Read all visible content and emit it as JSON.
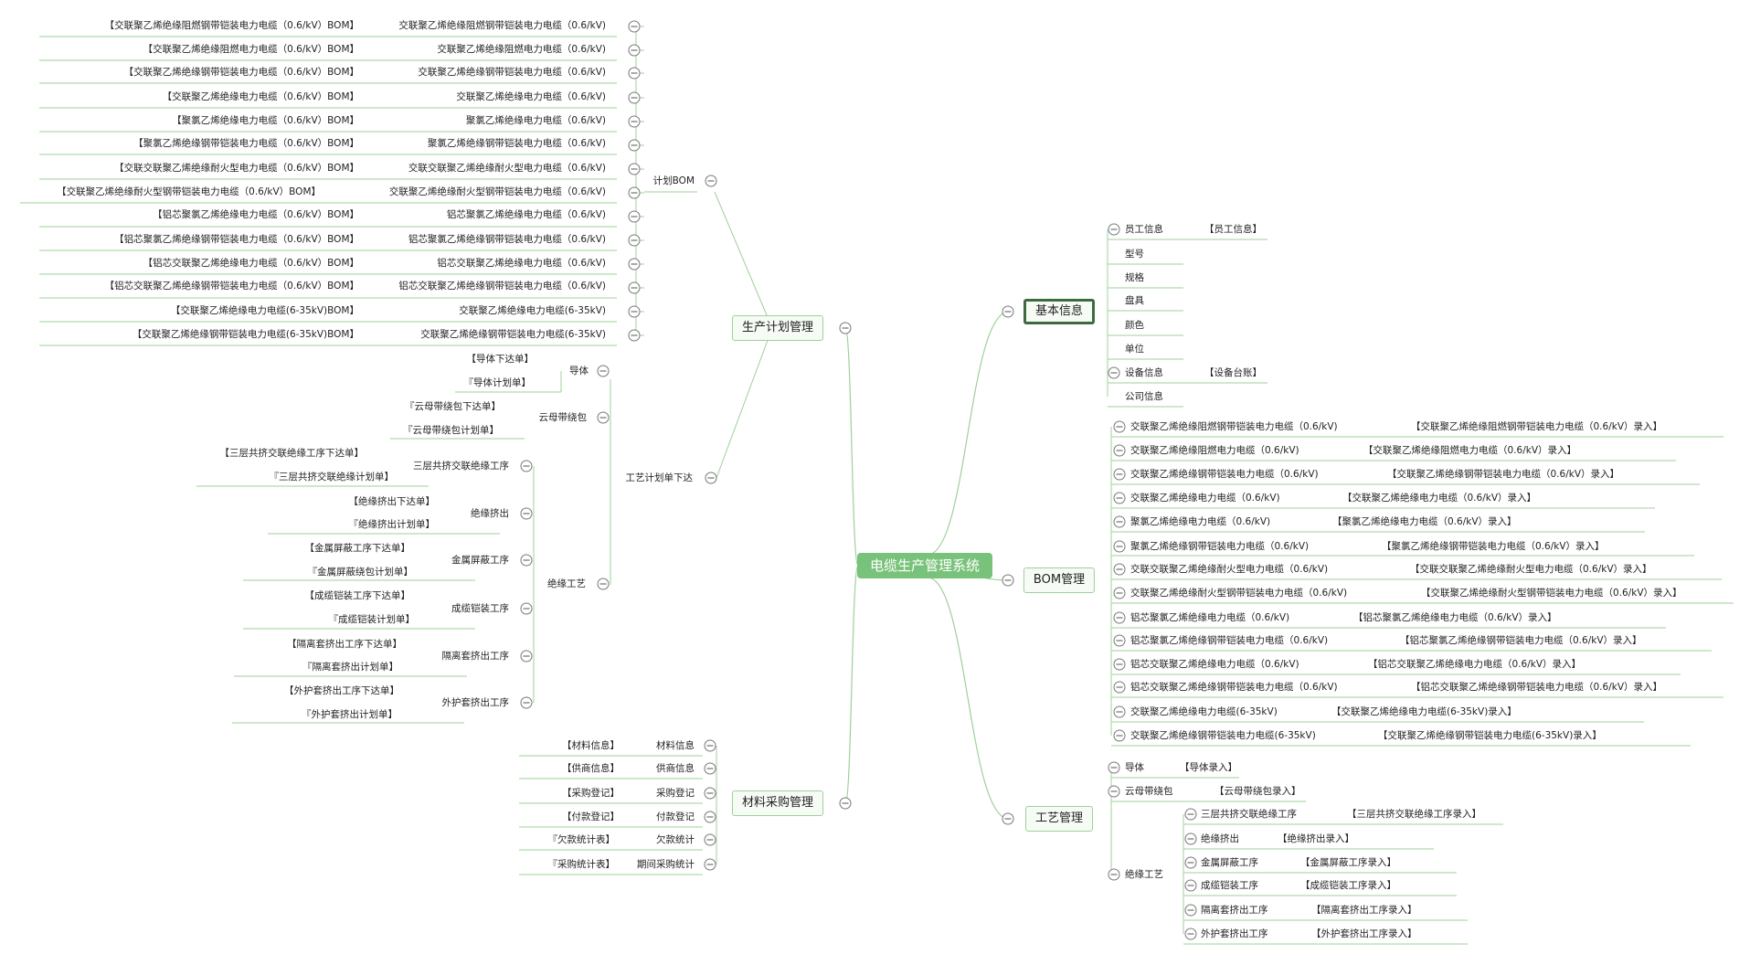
{
  "root": "电缆生产管理系统",
  "branches": {
    "plan": {
      "label": "生产计划管理",
      "bom_group": {
        "label": "计划BOM",
        "items": [
          {
            "name": "交联聚乙烯绝缘阻燃钢带铠装电力电缆（0.6/kV)",
            "doc": "【交联聚乙烯绝缘阻燃钢带铠装电力电缆（0.6/kV）BOM】"
          },
          {
            "name": "交联聚乙烯绝缘阻燃电力电缆（0.6/kV)",
            "doc": "【交联聚乙烯绝缘阻燃电力电缆（0.6/kV）BOM】"
          },
          {
            "name": "交联聚乙烯绝缘钢带铠装电力电缆（0.6/kV)",
            "doc": "【交联聚乙烯绝缘钢带铠装电力电缆（0.6/kV）BOM】"
          },
          {
            "name": "交联聚乙烯绝缘电力电缆（0.6/kV)",
            "doc": "【交联聚乙烯绝缘电力电缆（0.6/kV）BOM】"
          },
          {
            "name": "聚氯乙烯绝缘电力电缆（0.6/kV)",
            "doc": "【聚氯乙烯绝缘电力电缆（0.6/kV）BOM】"
          },
          {
            "name": "聚氯乙烯绝缘钢带铠装电力电缆（0.6/kV)",
            "doc": "【聚氯乙烯绝缘钢带铠装电力电缆（0.6/kV）BOM】"
          },
          {
            "name": "交联交联聚乙烯绝缘耐火型电力电缆（0.6/kV)",
            "doc": "【交联交联聚乙烯绝缘耐火型电力电缆（0.6/kV）BOM】"
          },
          {
            "name": "交联聚乙烯绝缘耐火型钢带铠装电力电缆（0.6/kV)",
            "doc": "【交联聚乙烯绝缘耐火型钢带铠装电力电缆（0.6/kV）BOM】"
          },
          {
            "name": "铝芯聚氯乙烯绝缘电力电缆（0.6/kV)",
            "doc": "【铝芯聚氯乙烯绝缘电力电缆（0.6/kV）BOM】"
          },
          {
            "name": "铝芯聚氯乙烯绝缘钢带铠装电力电缆（0.6/kV)",
            "doc": "【铝芯聚氯乙烯绝缘钢带铠装电力电缆（0.6/kV）BOM】"
          },
          {
            "name": "铝芯交联聚乙烯绝缘电力电缆（0.6/kV)",
            "doc": "【铝芯交联聚乙烯绝缘电力电缆（0.6/kV）BOM】"
          },
          {
            "name": "铝芯交联聚乙烯绝缘钢带铠装电力电缆（0.6/kV)",
            "doc": "【铝芯交联聚乙烯绝缘钢带铠装电力电缆（0.6/kV）BOM】"
          },
          {
            "name": "交联聚乙烯绝缘电力电缆(6-35kV)",
            "doc": "【交联聚乙烯绝缘电力电缆(6-35kV)BOM】"
          },
          {
            "name": "交联聚乙烯绝缘钢带铠装电力电缆(6-35kV)",
            "doc": "【交联聚乙烯绝缘钢带铠装电力电缆(6-35kV)BOM】"
          }
        ]
      },
      "process_group": {
        "label": "工艺计划单下达",
        "conductor": {
          "label": "导体",
          "docs": [
            "【导体下达单】",
            "『导体计划单】"
          ]
        },
        "mica": {
          "label": "云母带绕包",
          "docs": [
            "『云母带绕包下达单】",
            "『云母带绕包计划单】"
          ]
        },
        "insulation": {
          "label": "绝缘工艺",
          "steps": [
            {
              "label": "三层共挤交联绝缘工序",
              "docs": [
                "【三层共挤交联绝缘工序下达单】",
                "『三层共挤交联绝缘计划单】"
              ]
            },
            {
              "label": "绝缘挤出",
              "docs": [
                "【绝缘挤出下达单】",
                "『绝缘挤出计划单】"
              ]
            },
            {
              "label": "金属屏蔽工序",
              "docs": [
                "【金属屏蔽工序下达单】",
                "『金属屏蔽绕包计划单】"
              ]
            },
            {
              "label": "成缆铠装工序",
              "docs": [
                "【成缆铠装工序下达单】",
                "『成缆铠装计划单】"
              ]
            },
            {
              "label": "隔离套挤出工序",
              "docs": [
                "【隔离套挤出工序下达单】",
                "『隔离套挤出计划单】"
              ]
            },
            {
              "label": "外护套挤出工序",
              "docs": [
                "【外护套挤出工序下达单】",
                "『外护套挤出计划单】"
              ]
            }
          ]
        }
      }
    },
    "purchase": {
      "label": "材料采购管理",
      "items": [
        {
          "name": "材料信息",
          "doc": "【材料信息】"
        },
        {
          "name": "供商信息",
          "doc": "【供商信息】"
        },
        {
          "name": "采购登记",
          "doc": "【采购登记】"
        },
        {
          "name": "付款登记",
          "doc": "【付款登记】"
        },
        {
          "name": "欠款统计",
          "doc": "『欠款统计表】"
        },
        {
          "name": "期间采购统计",
          "doc": "『采购统计表】"
        }
      ]
    },
    "basic": {
      "label": "基本信息",
      "items": [
        {
          "name": "员工信息",
          "doc": "【员工信息】"
        },
        {
          "name": "型号",
          "doc": ""
        },
        {
          "name": "规格",
          "doc": ""
        },
        {
          "name": "盘具",
          "doc": ""
        },
        {
          "name": "颜色",
          "doc": ""
        },
        {
          "name": "单位",
          "doc": ""
        },
        {
          "name": "设备信息",
          "doc": "【设备台账】"
        },
        {
          "name": "公司信息",
          "doc": ""
        }
      ]
    },
    "bom": {
      "label": "BOM管理",
      "items": [
        {
          "name": "交联聚乙烯绝缘阻燃钢带铠装电力电缆（0.6/kV)",
          "doc": "【交联聚乙烯绝缘阻燃钢带铠装电力电缆（0.6/kV）录入】"
        },
        {
          "name": "交联聚乙烯绝缘阻燃电力电缆（0.6/kV)",
          "doc": "【交联聚乙烯绝缘阻燃电力电缆（0.6/kV）录入】"
        },
        {
          "name": "交联聚乙烯绝缘钢带铠装电力电缆（0.6/kV)",
          "doc": "【交联聚乙烯绝缘钢带铠装电力电缆（0.6/kV）录入】"
        },
        {
          "name": "交联聚乙烯绝缘电力电缆（0.6/kV)",
          "doc": "【交联聚乙烯绝缘电力电缆（0.6/kV）录入】"
        },
        {
          "name": "聚氯乙烯绝缘电力电缆（0.6/kV)",
          "doc": "【聚氯乙烯绝缘电力电缆（0.6/kV）录入】"
        },
        {
          "name": "聚氯乙烯绝缘钢带铠装电力电缆（0.6/kV)",
          "doc": "【聚氯乙烯绝缘钢带铠装电力电缆（0.6/kV）录入】"
        },
        {
          "name": "交联交联聚乙烯绝缘耐火型电力电缆（0.6/kV)",
          "doc": "【交联交联聚乙烯绝缘耐火型电力电缆（0.6/kV）录入】"
        },
        {
          "name": "交联聚乙烯绝缘耐火型钢带铠装电力电缆（0.6/kV)",
          "doc": "【交联聚乙烯绝缘耐火型钢带铠装电力电缆（0.6/kV）录入】"
        },
        {
          "name": "铝芯聚氯乙烯绝缘电力电缆（0.6/kV)",
          "doc": "【铝芯聚氯乙烯绝缘电力电缆（0.6/kV）录入】"
        },
        {
          "name": "铝芯聚氯乙烯绝缘钢带铠装电力电缆（0.6/kV)",
          "doc": "【铝芯聚氯乙烯绝缘钢带铠装电力电缆（0.6/kV）录入】"
        },
        {
          "name": "铝芯交联聚乙烯绝缘电力电缆（0.6/kV)",
          "doc": "【铝芯交联聚乙烯绝缘电力电缆（0.6/kV）录入】"
        },
        {
          "name": "铝芯交联聚乙烯绝缘钢带铠装电力电缆（0.6/kV)",
          "doc": "【铝芯交联聚乙烯绝缘钢带铠装电力电缆（0.6/kV）录入】"
        },
        {
          "name": "交联聚乙烯绝缘电力电缆(6-35kV)",
          "doc": "【交联聚乙烯绝缘电力电缆(6-35kV)录入】"
        },
        {
          "name": "交联聚乙烯绝缘钢带铠装电力电缆(6-35kV)",
          "doc": "【交联聚乙烯绝缘钢带铠装电力电缆(6-35kV)录入】"
        }
      ]
    },
    "process": {
      "label": "工艺管理",
      "conductor": {
        "name": "导体",
        "doc": "【导体录入】"
      },
      "mica": {
        "name": "云母带绕包",
        "doc": "【云母带绕包录入】"
      },
      "insulation": {
        "label": "绝缘工艺",
        "steps": [
          {
            "name": "三层共挤交联绝缘工序",
            "doc": "【三层共挤交联绝缘工序录入】"
          },
          {
            "name": "绝缘挤出",
            "doc": "【绝缘挤出录入】"
          },
          {
            "name": "金属屏蔽工序",
            "doc": "【金属屏蔽工序录入】"
          },
          {
            "name": "成缆铠装工序",
            "doc": "【成缆铠装工序录入】"
          },
          {
            "name": "隔离套挤出工序",
            "doc": "【隔离套挤出工序录入】"
          },
          {
            "name": "外护套挤出工序",
            "doc": "【外护套挤出工序录入】"
          }
        ]
      }
    }
  },
  "colors": {
    "line": "#9fd09a",
    "root_fill": "#79c27b",
    "selected_border": "#3e6b3e"
  }
}
